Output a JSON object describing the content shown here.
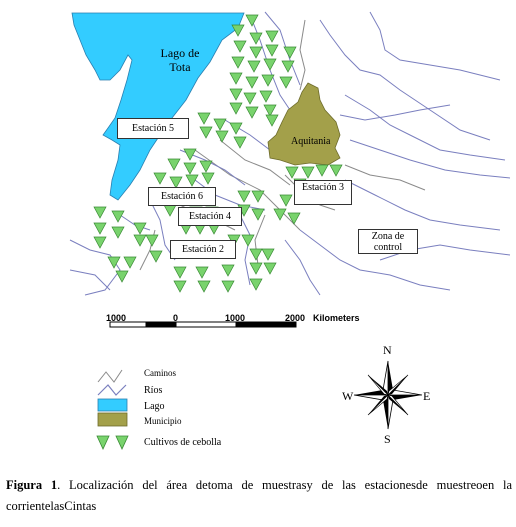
{
  "map": {
    "lake_label": "Lago de Tota",
    "municipality_label": "Aquitania",
    "stations": {
      "s5": "Estación 5",
      "s6": "Estación 6",
      "s4": "Estación 4",
      "s2": "Estación 2",
      "s3": "Estación 3"
    },
    "control_zone": "Zona de control",
    "colors": {
      "lake": "#33ccff",
      "municipality": "#a3a04a",
      "crops": "#79d36d",
      "rivers": "#7a7fbf",
      "roads": "#7d7d7d"
    }
  },
  "scale": {
    "ticks": [
      "1000",
      "0",
      "1000",
      "2000"
    ],
    "unit": "Kilometers"
  },
  "legend": {
    "roads": "Caminos",
    "rivers": "Ríos",
    "lake": "Lago",
    "municipality": "Municipio",
    "crops": "Cultivos de cebolla"
  },
  "compass": {
    "n": "N",
    "s": "S",
    "e": "E",
    "w": "W"
  },
  "caption": {
    "label": "Figura 1",
    "text": ". Localización del área detoma de muestrasy de las estacionesde muestreoen la corrientelasCintas"
  }
}
